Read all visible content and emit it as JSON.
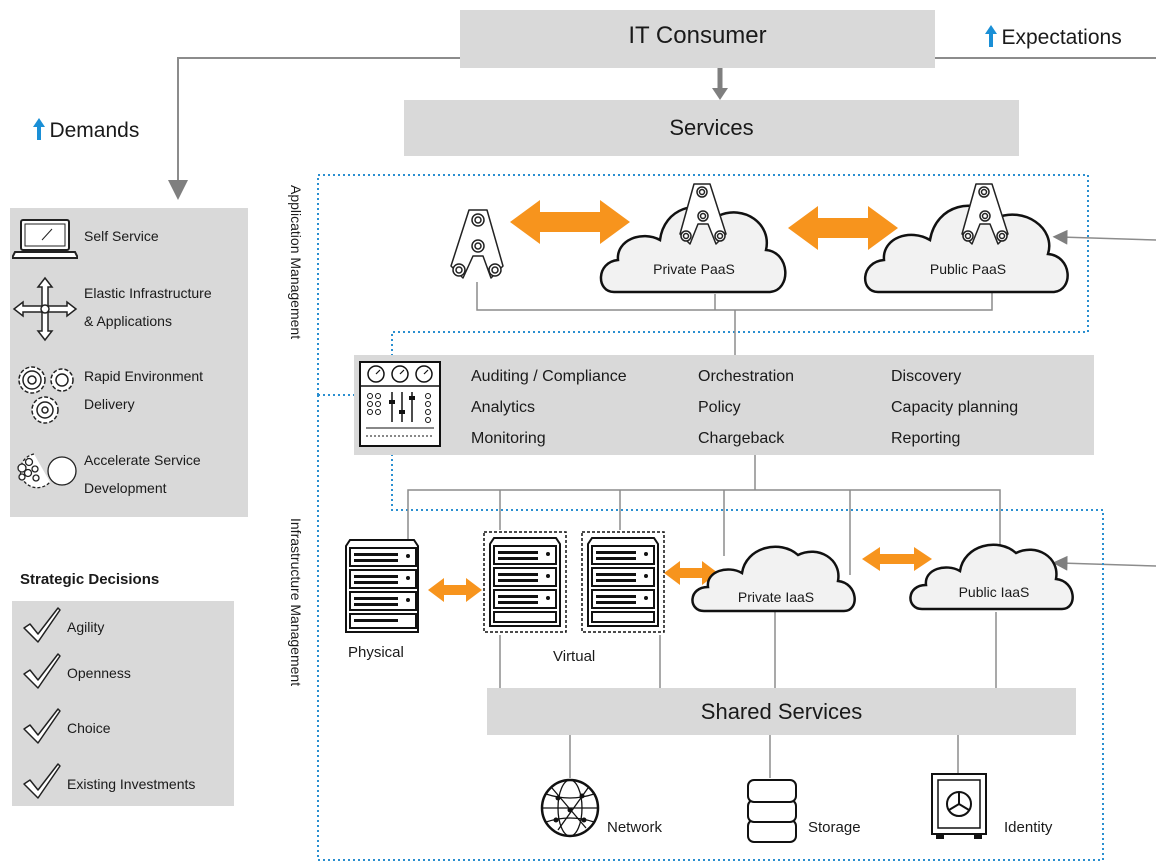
{
  "header": {
    "consumer": "IT Consumer",
    "expectations": "Expectations",
    "services": "Services",
    "demands": "Demands"
  },
  "left_panel": {
    "items": [
      {
        "icon": "laptop-icon",
        "lines": [
          "Self Service"
        ]
      },
      {
        "icon": "elastic-arrows-icon",
        "lines": [
          "Elastic Infrastructure",
          "& Applications"
        ]
      },
      {
        "icon": "gears-icon",
        "lines": [
          "Rapid Environment",
          "Delivery"
        ]
      },
      {
        "icon": "molecule-icon",
        "lines": [
          "Accelerate Service",
          "Development"
        ]
      }
    ]
  },
  "strategic": {
    "title": "Strategic Decisions",
    "items": [
      "Agility",
      "Openness",
      "Choice",
      "Existing Investments"
    ]
  },
  "side_labels": {
    "application": "Application Management",
    "infrastructure": "Infrastructure Management"
  },
  "paas": {
    "private": "Private PaaS",
    "public": "Public PaaS"
  },
  "management": {
    "col1": [
      "Auditing / Compliance",
      "Analytics",
      "Monitoring"
    ],
    "col2": [
      "Orchestration",
      "Policy",
      "Chargeback"
    ],
    "col3": [
      "Discovery",
      "Capacity planning",
      "Reporting"
    ]
  },
  "iaas": {
    "physical": "Physical",
    "virtual": "Virtual",
    "private": "Private IaaS",
    "public": "Public IaaS"
  },
  "shared": {
    "title": "Shared Services",
    "network": "Network",
    "storage": "Storage",
    "identity": "Identity"
  },
  "colors": {
    "box": "#d9d9d9",
    "arrow": "#f7941d",
    "dotted": "#2a8fd0",
    "up_arrow": "#1a8fd6"
  }
}
